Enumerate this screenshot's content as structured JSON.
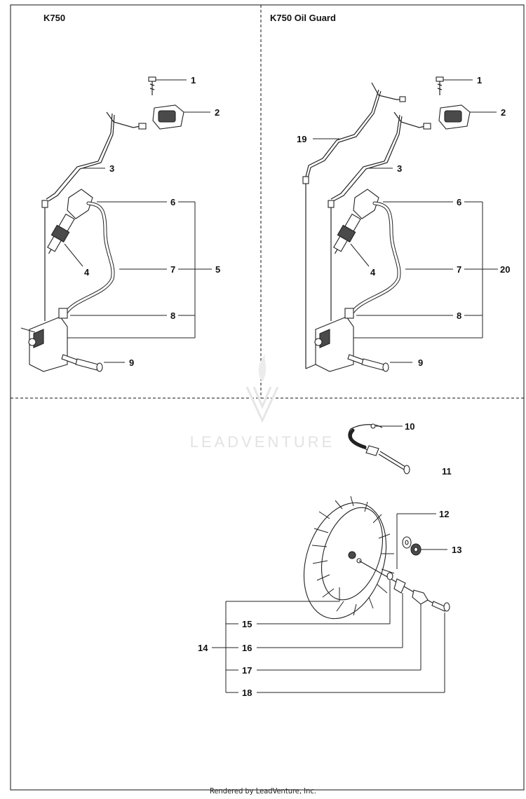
{
  "panels": [
    {
      "title": "K750"
    },
    {
      "title": "K750 Oil Guard"
    }
  ],
  "callouts": {
    "left": [
      "1",
      "2",
      "3",
      "4",
      "5",
      "6",
      "7",
      "8",
      "9"
    ],
    "right": [
      "1",
      "2",
      "3",
      "4",
      "6",
      "7",
      "8",
      "9",
      "19",
      "20"
    ],
    "bottom": [
      "10",
      "11",
      "12",
      "13",
      "14",
      "15",
      "16",
      "17",
      "18"
    ]
  },
  "watermark": "LEADVENTURE",
  "footer": "Rendered by LeadVenture, Inc."
}
